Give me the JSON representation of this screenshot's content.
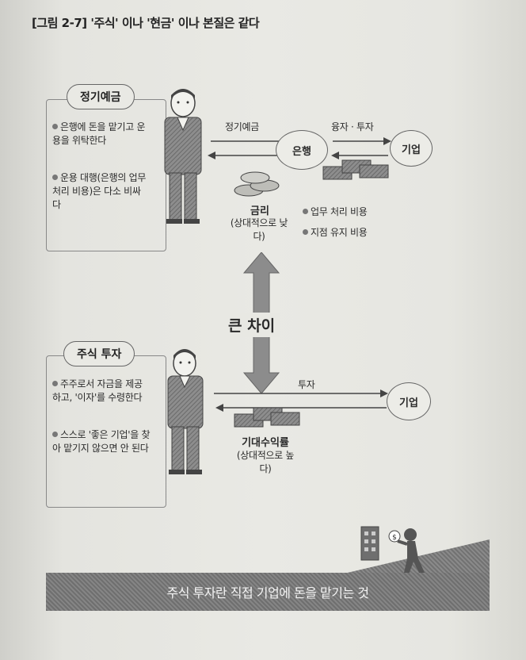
{
  "title": "[그림 2-7] '주식' 이나 '현금' 이나 본질은 같다",
  "deposit": {
    "pill": "정기예금",
    "bullets": [
      "은행에 돈을 맡기고 운용을 위탁한다",
      "운용 대행(은행의 업무 처리 비용)은 다소 비싸다"
    ],
    "arrow_to_bank": "정기예금",
    "arrow_to_company": "융자 · 투자",
    "bank": "은행",
    "company": "기업",
    "interest": "금리",
    "interest_note": "(상대적으로 낮다)",
    "costs": [
      "업무 처리 비용",
      "지점 유지 비용"
    ]
  },
  "difference": "큰 차이",
  "stock": {
    "pill": "주식 투자",
    "bullets": [
      "주주로서 자금을 제공하고, '이자'를 수령한다",
      "스스로 '좋은 기업'을 찾아 맡기지 않으면 안 된다"
    ],
    "arrow_label": "투자",
    "company": "기업",
    "return": "기대수익률",
    "return_note": "(상대적으로 높다)"
  },
  "banner": "주식 투자란 직접 기업에 돈을 맡기는 것"
}
